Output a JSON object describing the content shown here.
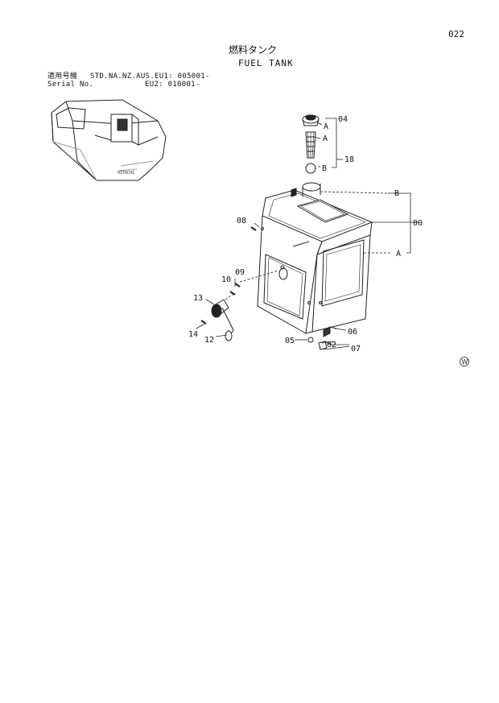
{
  "header": {
    "page_number": "022",
    "title_jp": "燃料タンク",
    "title_en": "FUEL TANK",
    "applicable_label": "適用号機",
    "applicable_std": "STD.NA.NZ.AUS.EU1: 005001-",
    "serial_label": "Serial No.",
    "applicable_eu2": "EU2: 010001-"
  },
  "callouts": {
    "p00": "00",
    "p02": "02",
    "p04": "04",
    "p05": "05",
    "p06": "06",
    "p07": "07",
    "p08": "08",
    "p09": "09",
    "p10": "10",
    "p12": "12",
    "p13": "13",
    "p14": "14",
    "p18": "18",
    "a1": "A",
    "a2": "A",
    "a3": "A",
    "b1": "B",
    "b2": "B"
  },
  "footer": {
    "mark": "W"
  }
}
